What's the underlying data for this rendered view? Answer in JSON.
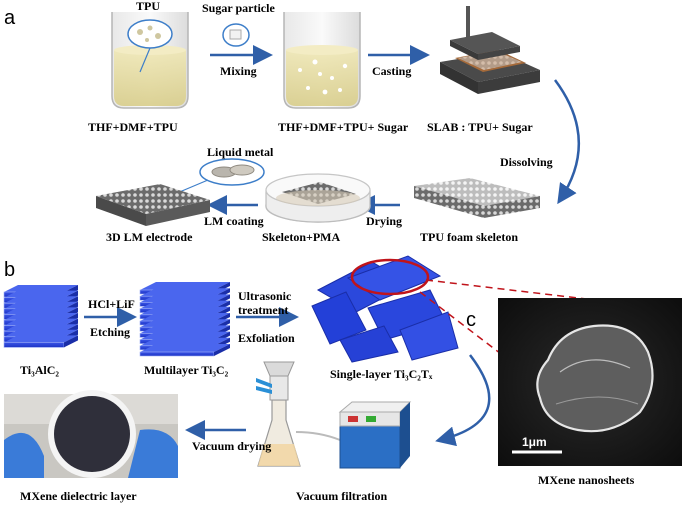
{
  "panel_a": {
    "letter": "a",
    "tpu": "TPU",
    "sugar_particle": "Sugar particle",
    "mixing": "Mixing",
    "casting": "Casting",
    "beaker1": "THF+DMF+TPU",
    "beaker2": "THF+DMF+TPU+ Sugar",
    "slab": "SLAB : TPU+ Sugar",
    "dissolving": "Dissolving",
    "liquid_metal": "Liquid metal",
    "lm_coating": "LM coating",
    "drying": "Drying",
    "lm_electrode": "3D LM electrode",
    "skeleton_pma": "Skeleton+PMA",
    "foam_skeleton": "TPU foam skeleton"
  },
  "panel_b": {
    "letter": "b",
    "hcl_lif": "HCl+LiF",
    "etching": "Etching",
    "ultrasonic1": "Ultrasonic",
    "ultrasonic2": "treatment",
    "exfoliation": "Exfoliation",
    "max_phase": "Ti₃AlC₂",
    "multilayer": "Multilayer Ti₃C₂",
    "single_layer": "Single-layer Ti₃C₂Tₓ",
    "vacuum_drying": "Vacuum drying",
    "vacuum_filtration": "Vacuum filtration",
    "dielectric_layer": "MXene dielectric layer"
  },
  "panel_c": {
    "letter": "c",
    "scale_bar": "1μm",
    "caption": "MXene nanosheets"
  },
  "colors": {
    "arrow_blue": "#2f5fa8",
    "mxene_blue": "#2340d8",
    "highlight_red": "#c0141b"
  }
}
